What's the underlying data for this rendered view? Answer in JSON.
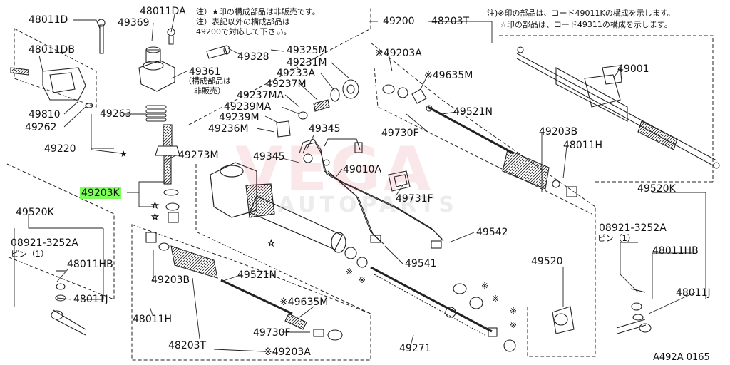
{
  "watermark": {
    "brand": "VEGA",
    "sub": "AUTOPARTS"
  },
  "notes": {
    "top_center": [
      "注）★印の構成部品は非販売です。",
      "注）表記以外の構成部品は",
      "49200で対応して下さい。"
    ],
    "top_right": [
      "注)※印の部品は、コード49011Kの構成を示します。",
      "☆印の部品は、コード49311の構成を示します。"
    ],
    "mid_left": [
      "（構成部品は",
      "非販売）"
    ]
  },
  "labels": [
    {
      "id": "p48011D",
      "text": "48011D"
    },
    {
      "id": "p48011DA",
      "text": "48011DA"
    },
    {
      "id": "p49369",
      "text": "49369"
    },
    {
      "id": "p49200",
      "text": "49200"
    },
    {
      "id": "p48203T_top",
      "text": "48203T"
    },
    {
      "id": "p48011DB",
      "text": "48011DB"
    },
    {
      "id": "p49328",
      "text": "49328"
    },
    {
      "id": "p49325M",
      "text": "49325M"
    },
    {
      "id": "p49231M",
      "text": "49231M"
    },
    {
      "id": "p49233A",
      "text": "49233A"
    },
    {
      "id": "p49361",
      "text": "49361"
    },
    {
      "id": "p49237M",
      "text": "49237M"
    },
    {
      "id": "p49237MA",
      "text": "49237MA"
    },
    {
      "id": "p49239MA",
      "text": "49239MA"
    },
    {
      "id": "p49239M",
      "text": "49239M"
    },
    {
      "id": "p49236M",
      "text": "49236M"
    },
    {
      "id": "p49203A_top",
      "text": "※49203A"
    },
    {
      "id": "p49635M_top",
      "text": "※49635M"
    },
    {
      "id": "p49001",
      "text": "49001"
    },
    {
      "id": "p49810",
      "text": "49810"
    },
    {
      "id": "p49262",
      "text": "49262"
    },
    {
      "id": "p49263",
      "text": "49263"
    },
    {
      "id": "p49521N_top",
      "text": "49521N"
    },
    {
      "id": "p49730F_top",
      "text": "49730F"
    },
    {
      "id": "p49203B_top",
      "text": "49203B"
    },
    {
      "id": "p48011H_top",
      "text": "48011H"
    },
    {
      "id": "p49345a",
      "text": "49345"
    },
    {
      "id": "p49220",
      "text": "49220"
    },
    {
      "id": "p49273M",
      "text": "49273M"
    },
    {
      "id": "p49345b",
      "text": "49345"
    },
    {
      "id": "p49010A",
      "text": "49010A"
    },
    {
      "id": "p49203K",
      "text": "49203K"
    },
    {
      "id": "p49731F",
      "text": "49731F"
    },
    {
      "id": "p49520K_right",
      "text": "49520K"
    },
    {
      "id": "p49520K_left",
      "text": "49520K"
    },
    {
      "id": "p49542",
      "text": "49542"
    },
    {
      "id": "p08921_right",
      "text": "08921-3252A"
    },
    {
      "id": "pin_right",
      "text": "ピン（1）"
    },
    {
      "id": "p08921_left",
      "text": "08921-3252A"
    },
    {
      "id": "pin_left",
      "text": "ピン（1）"
    },
    {
      "id": "p48011HB_right",
      "text": "48011HB"
    },
    {
      "id": "p49541",
      "text": "49541"
    },
    {
      "id": "p49520",
      "text": "49520"
    },
    {
      "id": "p48011HB_left",
      "text": "48011HB"
    },
    {
      "id": "p49203B_bot",
      "text": "49203B"
    },
    {
      "id": "p49521N_bot",
      "text": "49521N"
    },
    {
      "id": "p48011J_right",
      "text": "48011J"
    },
    {
      "id": "p48011J_left",
      "text": "48011J"
    },
    {
      "id": "p49635M_bot",
      "text": "※49635M"
    },
    {
      "id": "p48011H_bot",
      "text": "48011H"
    },
    {
      "id": "p49730F_bot",
      "text": "49730F"
    },
    {
      "id": "p49271",
      "text": "49271"
    },
    {
      "id": "p48203T_bot",
      "text": "48203T"
    },
    {
      "id": "p49203A_bot",
      "text": "※49203A"
    }
  ],
  "symbols": {
    "star": "★",
    "open_star": "☆",
    "ref": "※"
  },
  "diagram_code": "A492A 0165"
}
